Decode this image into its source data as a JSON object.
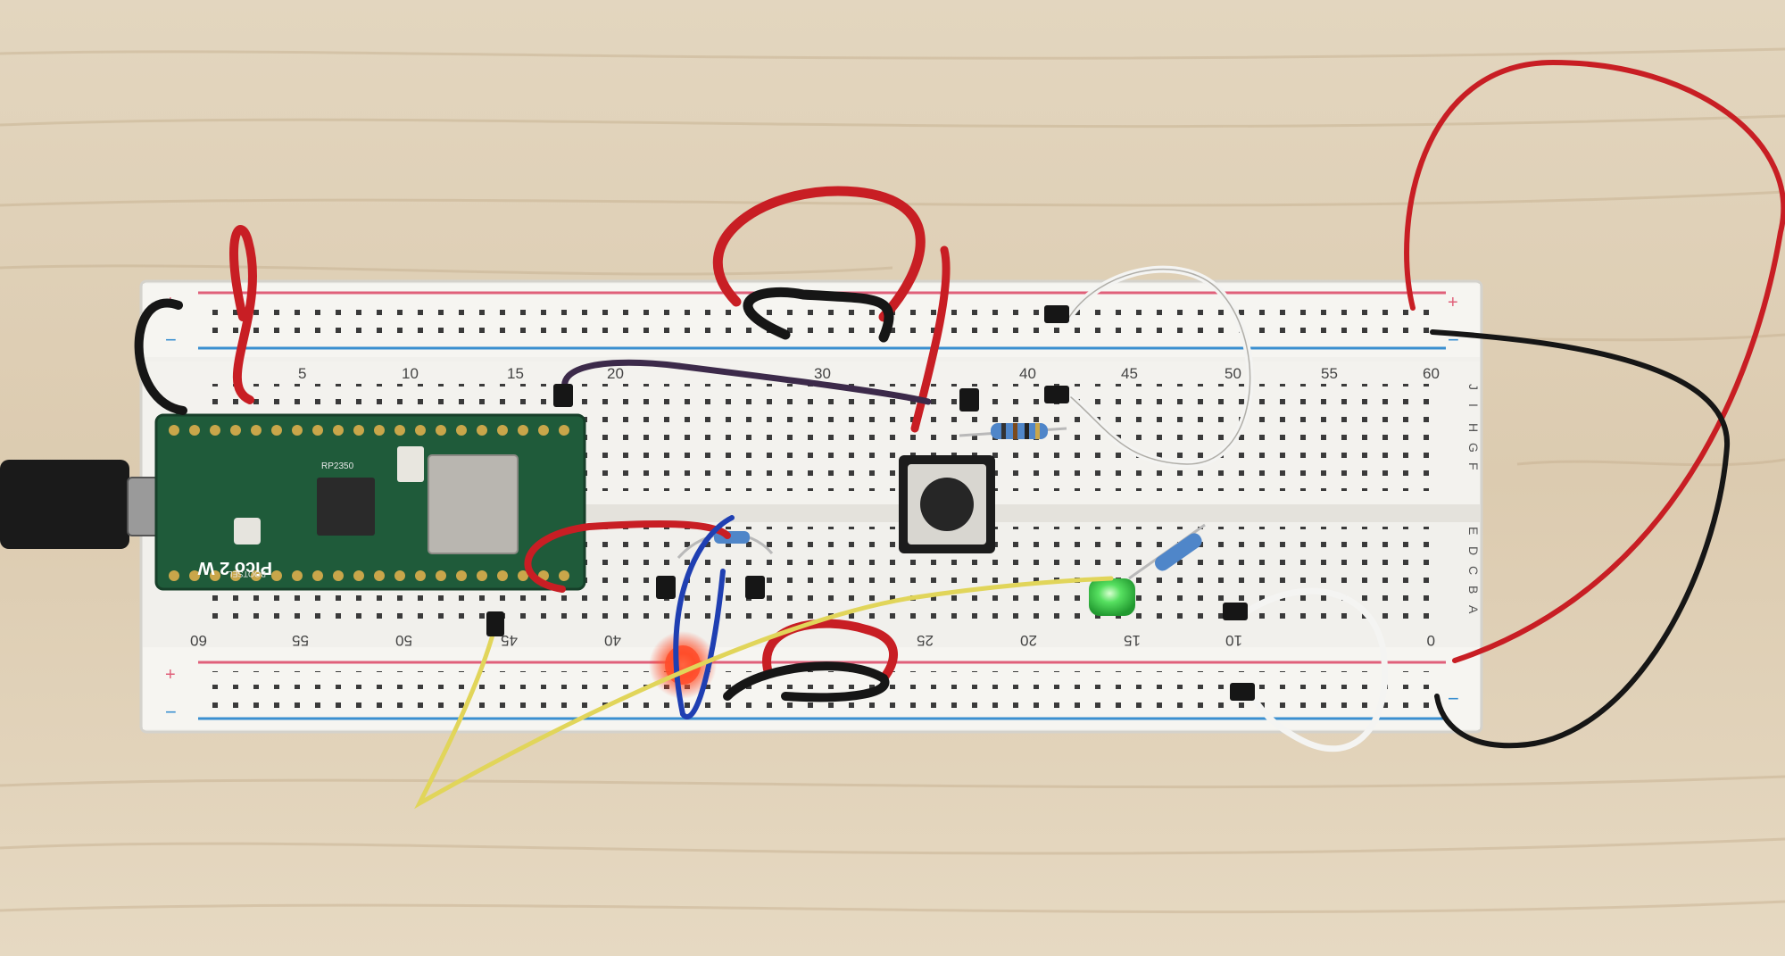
{
  "scene": {
    "description_colors": {
      "wood_light": "#e2d4bb",
      "wood_dark": "#c9b594",
      "breadboard": "#f1f0ec",
      "rail_red": "#e0607a",
      "rail_blue": "#3a8fd0",
      "pcb_green": "#1f5b3a",
      "wire_red": "#c81e24",
      "wire_black": "#161616",
      "wire_white": "#f4f4f2",
      "wire_yellow": "#e1d55a",
      "wire_blue": "#1f3fb2",
      "wire_purple": "#3c2a4a",
      "led_red": "#ff3b22",
      "led_green": "#38d046"
    }
  },
  "breadboard": {
    "rail_plus": "+",
    "rail_minus": "−",
    "top_column_numbers": [
      "5",
      "10",
      "15",
      "20",
      "30",
      "40",
      "45",
      "50",
      "55",
      "60"
    ],
    "bottom_column_numbers": [
      "60",
      "55",
      "50",
      "45",
      "40",
      "25",
      "20",
      "15",
      "10",
      "0"
    ],
    "right_row_letters_top": [
      "J",
      "I",
      "H",
      "G",
      "F"
    ],
    "right_row_letters_bottom": [
      "E",
      "D",
      "C",
      "B",
      "A"
    ]
  },
  "pico": {
    "label": "Pico 2 W",
    "silk_1": "RP2350",
    "silk_2": "BOOTSEL"
  },
  "components": {
    "pushbutton": "tactile push button",
    "led_red_state": "on",
    "led_green_state": "on"
  },
  "usb_cable": "micro-USB cable"
}
